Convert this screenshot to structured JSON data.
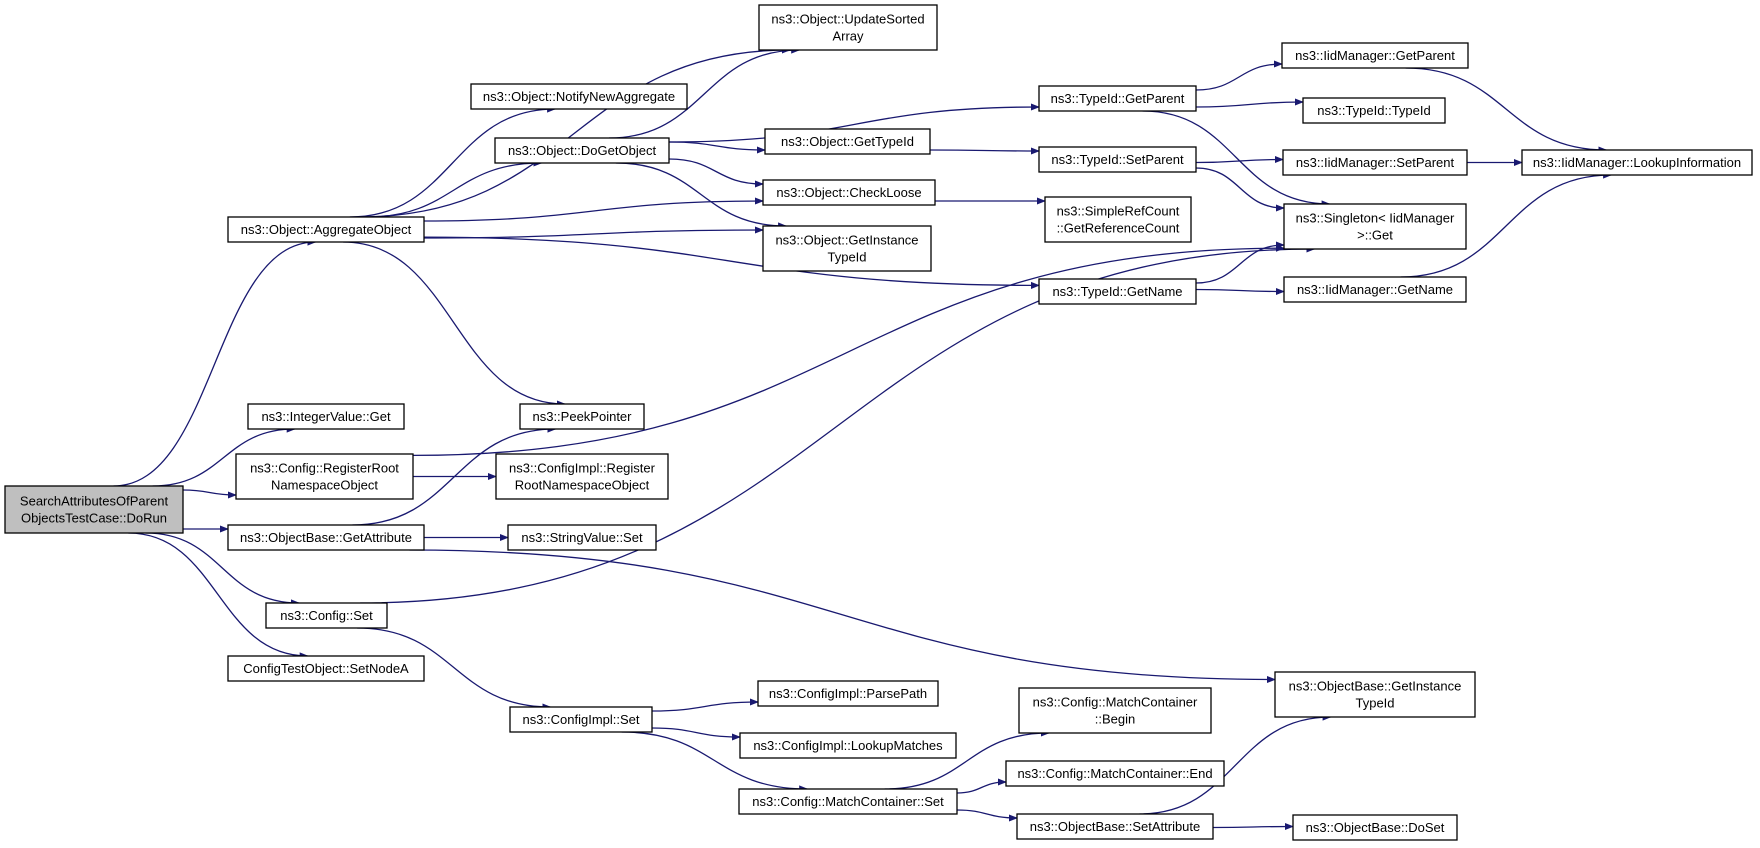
{
  "graph": {
    "edge_color": "#191970",
    "root_fill": "#bfbfbf",
    "nodes": [
      {
        "id": "root",
        "lines": [
          "SearchAttributesOfParent",
          "ObjectsTestCase::DoRun"
        ]
      },
      {
        "id": "aggregate",
        "lines": [
          "ns3::Object::AggregateObject"
        ]
      },
      {
        "id": "intget",
        "lines": [
          "ns3::IntegerValue::Get"
        ]
      },
      {
        "id": "cfgreg",
        "lines": [
          "ns3::Config::RegisterRoot",
          "NamespaceObject"
        ]
      },
      {
        "id": "obgetattr",
        "lines": [
          "ns3::ObjectBase::GetAttribute"
        ]
      },
      {
        "id": "cfgset",
        "lines": [
          "ns3::Config::Set"
        ]
      },
      {
        "id": "setnodea",
        "lines": [
          "ConfigTestObject::SetNodeA"
        ]
      },
      {
        "id": "updsorted",
        "lines": [
          "ns3::Object::UpdateSorted",
          "Array"
        ]
      },
      {
        "id": "notify",
        "lines": [
          "ns3::Object::NotifyNewAggregate"
        ]
      },
      {
        "id": "dogetobj",
        "lines": [
          "ns3::Object::DoGetObject"
        ]
      },
      {
        "id": "peek",
        "lines": [
          "ns3::PeekPointer"
        ]
      },
      {
        "id": "cfgimplreg",
        "lines": [
          "ns3::ConfigImpl::Register",
          "RootNamespaceObject"
        ]
      },
      {
        "id": "strset",
        "lines": [
          "ns3::StringValue::Set"
        ]
      },
      {
        "id": "cfgimplset",
        "lines": [
          "ns3::ConfigImpl::Set"
        ]
      },
      {
        "id": "gettypeid",
        "lines": [
          "ns3::Object::GetTypeId"
        ]
      },
      {
        "id": "checkloose",
        "lines": [
          "ns3::Object::CheckLoose"
        ]
      },
      {
        "id": "getinsttid",
        "lines": [
          "ns3::Object::GetInstance",
          "TypeId"
        ]
      },
      {
        "id": "parsepath",
        "lines": [
          "ns3::ConfigImpl::ParsePath"
        ]
      },
      {
        "id": "lookupm",
        "lines": [
          "ns3::ConfigImpl::LookupMatches"
        ]
      },
      {
        "id": "mcset",
        "lines": [
          "ns3::Config::MatchContainer::Set"
        ]
      },
      {
        "id": "tgetparent",
        "lines": [
          "ns3::TypeId::GetParent"
        ]
      },
      {
        "id": "tsetparent",
        "lines": [
          "ns3::TypeId::SetParent"
        ]
      },
      {
        "id": "refcount",
        "lines": [
          "ns3::SimpleRefCount",
          "::GetReferenceCount"
        ]
      },
      {
        "id": "tgetname",
        "lines": [
          "ns3::TypeId::GetName"
        ]
      },
      {
        "id": "mcbegin",
        "lines": [
          "ns3::Config::MatchContainer",
          "::Begin"
        ]
      },
      {
        "id": "mcend",
        "lines": [
          "ns3::Config::MatchContainer::End"
        ]
      },
      {
        "id": "obsetattr",
        "lines": [
          "ns3::ObjectBase::SetAttribute"
        ]
      },
      {
        "id": "iidgetparent",
        "lines": [
          "ns3::IidManager::GetParent"
        ]
      },
      {
        "id": "ttypeid",
        "lines": [
          "ns3::TypeId::TypeId"
        ]
      },
      {
        "id": "iidsetparent",
        "lines": [
          "ns3::IidManager::SetParent"
        ]
      },
      {
        "id": "singleton",
        "lines": [
          "ns3::Singleton< IidManager",
          ">::Get"
        ]
      },
      {
        "id": "iidgetname",
        "lines": [
          "ns3::IidManager::GetName"
        ]
      },
      {
        "id": "obgetinsttid",
        "lines": [
          "ns3::ObjectBase::GetInstance",
          "TypeId"
        ]
      },
      {
        "id": "obdoset",
        "lines": [
          "ns3::ObjectBase::DoSet"
        ]
      },
      {
        "id": "lookupinfo",
        "lines": [
          "ns3::IidManager::LookupInformation"
        ]
      }
    ],
    "edges": [
      [
        "root",
        "aggregate"
      ],
      [
        "root",
        "intget"
      ],
      [
        "root",
        "cfgreg"
      ],
      [
        "root",
        "obgetattr"
      ],
      [
        "root",
        "cfgset"
      ],
      [
        "root",
        "setnodea"
      ],
      [
        "aggregate",
        "updsorted"
      ],
      [
        "aggregate",
        "notify"
      ],
      [
        "aggregate",
        "dogetobj"
      ],
      [
        "aggregate",
        "checkloose"
      ],
      [
        "aggregate",
        "getinsttid"
      ],
      [
        "aggregate",
        "tgetname"
      ],
      [
        "aggregate",
        "peek"
      ],
      [
        "dogetobj",
        "updsorted"
      ],
      [
        "dogetobj",
        "gettypeid"
      ],
      [
        "dogetobj",
        "checkloose"
      ],
      [
        "dogetobj",
        "getinsttid"
      ],
      [
        "dogetobj",
        "tgetparent"
      ],
      [
        "cfgreg",
        "cfgimplreg"
      ],
      [
        "cfgreg",
        "singleton"
      ],
      [
        "obgetattr",
        "peek"
      ],
      [
        "obgetattr",
        "strset"
      ],
      [
        "obgetattr",
        "obgetinsttid"
      ],
      [
        "cfgset",
        "singleton"
      ],
      [
        "cfgset",
        "cfgimplset"
      ],
      [
        "cfgimplset",
        "parsepath"
      ],
      [
        "cfgimplset",
        "lookupm"
      ],
      [
        "cfgimplset",
        "mcset"
      ],
      [
        "mcset",
        "mcbegin"
      ],
      [
        "mcset",
        "mcend"
      ],
      [
        "mcset",
        "obsetattr"
      ],
      [
        "obsetattr",
        "obgetinsttid"
      ],
      [
        "obsetattr",
        "obdoset"
      ],
      [
        "gettypeid",
        "tsetparent"
      ],
      [
        "checkloose",
        "refcount"
      ],
      [
        "tgetparent",
        "iidgetparent"
      ],
      [
        "tgetparent",
        "ttypeid"
      ],
      [
        "tgetparent",
        "singleton"
      ],
      [
        "tsetparent",
        "iidsetparent"
      ],
      [
        "tsetparent",
        "singleton"
      ],
      [
        "tgetname",
        "singleton"
      ],
      [
        "tgetname",
        "iidgetname"
      ],
      [
        "iidgetparent",
        "lookupinfo"
      ],
      [
        "iidsetparent",
        "lookupinfo"
      ],
      [
        "iidgetname",
        "lookupinfo"
      ]
    ]
  }
}
